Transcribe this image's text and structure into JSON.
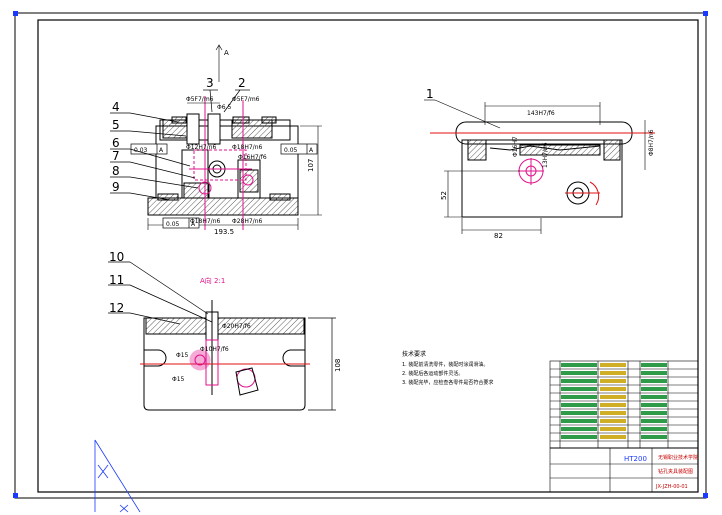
{
  "parts": [
    {
      "no": "1"
    },
    {
      "no": "2"
    },
    {
      "no": "3"
    },
    {
      "no": "4"
    },
    {
      "no": "5"
    },
    {
      "no": "6"
    },
    {
      "no": "7"
    },
    {
      "no": "8"
    },
    {
      "no": "9"
    },
    {
      "no": "10"
    },
    {
      "no": "11"
    },
    {
      "no": "12"
    }
  ],
  "front_view": {
    "fits_top": [
      "Φ5F7/m6",
      "Φ5F7/m6"
    ],
    "dim_top": "Φ6.5",
    "fits_mid": [
      "Φ12H7/n6",
      "Φ18H7/n6",
      "Φ16H7/f6"
    ],
    "fits_low": [
      "Φ18H7/n6",
      "Φ28H7/n6"
    ],
    "tol_boxes": [
      "0.03",
      "A",
      "0.05",
      "A",
      "0.05",
      "A"
    ],
    "height_dim": "107",
    "width_dim": "193.5",
    "view_arrow": "A"
  },
  "side_view": {
    "top_fit": "143H7/f6",
    "right_fit": "Φ8H7/n6",
    "mid_dims": [
      "Φ16H7",
      "13H7/n6"
    ],
    "height_dim": "52",
    "width_dim": "82"
  },
  "top_view": {
    "title": "A向 2:1",
    "fit1": "Φ20H7/f6",
    "fit2": "Φ10H7/f6",
    "dims": [
      "Φ15",
      "Φ15"
    ],
    "height_dim": "108"
  },
  "notes": {
    "title": "技术要求",
    "lines": [
      "1. 装配前清洗零件，装配时涂润滑油。",
      "2. 装配后各运动部件灵活。",
      "3. 装配完毕，应检查各零件是否符合要求"
    ]
  },
  "title_block": {
    "material": "HT200",
    "school": "无锡职业技术学院",
    "drawing_name": "钻孔夹具装配图",
    "drawing_no": "JX-JZH-00-01"
  }
}
